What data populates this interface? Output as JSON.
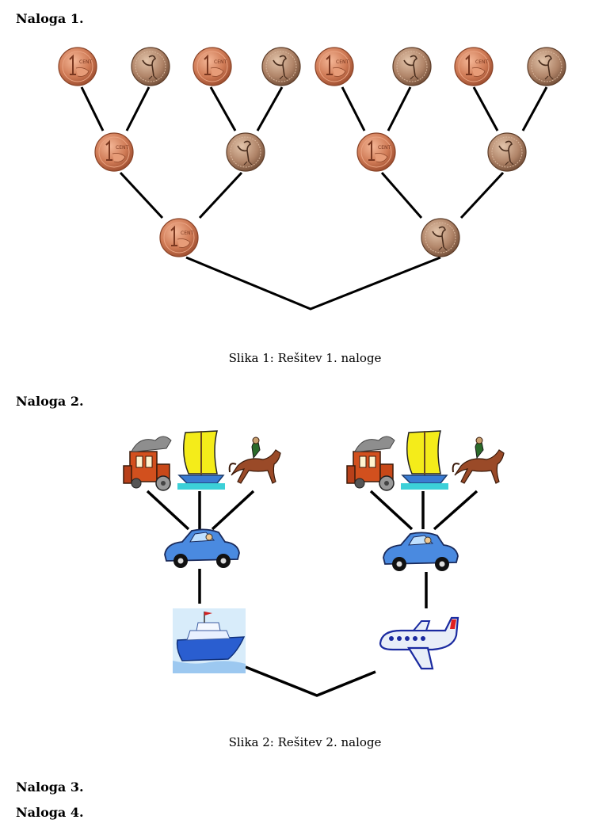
{
  "headings": {
    "task1": "Naloga 1.",
    "task2": "Naloga 2.",
    "task3": "Naloga 3.",
    "task4": "Naloga 4."
  },
  "captions": {
    "figure1": "Slika 1: Rešitev 1. naloge",
    "figure2": "Slika 2: Rešitev 2. naloge"
  },
  "figure1": {
    "description": "coin-toss tree",
    "level1": [
      "one-cent-obverse",
      "stork-reverse"
    ],
    "level2": [
      "one-cent-obverse",
      "stork-reverse",
      "one-cent-obverse",
      "stork-reverse"
    ],
    "level3": [
      "one-cent-obverse",
      "stork-reverse",
      "one-cent-obverse",
      "stork-reverse",
      "one-cent-obverse",
      "stork-reverse",
      "one-cent-obverse",
      "stork-reverse"
    ],
    "coin_colors": {
      "copper": "#c8724f",
      "copper_light": "#f0b090",
      "bronze": "#a07a60",
      "bronze_light": "#d8b69c"
    }
  },
  "figure2": {
    "description": "transport choice tree",
    "level1": [
      "ship-icon",
      "airplane-icon"
    ],
    "level2": [
      "car-icon",
      "car-icon"
    ],
    "level3": [
      "train-icon",
      "sailboat-icon",
      "horse-rider-icon"
    ]
  }
}
